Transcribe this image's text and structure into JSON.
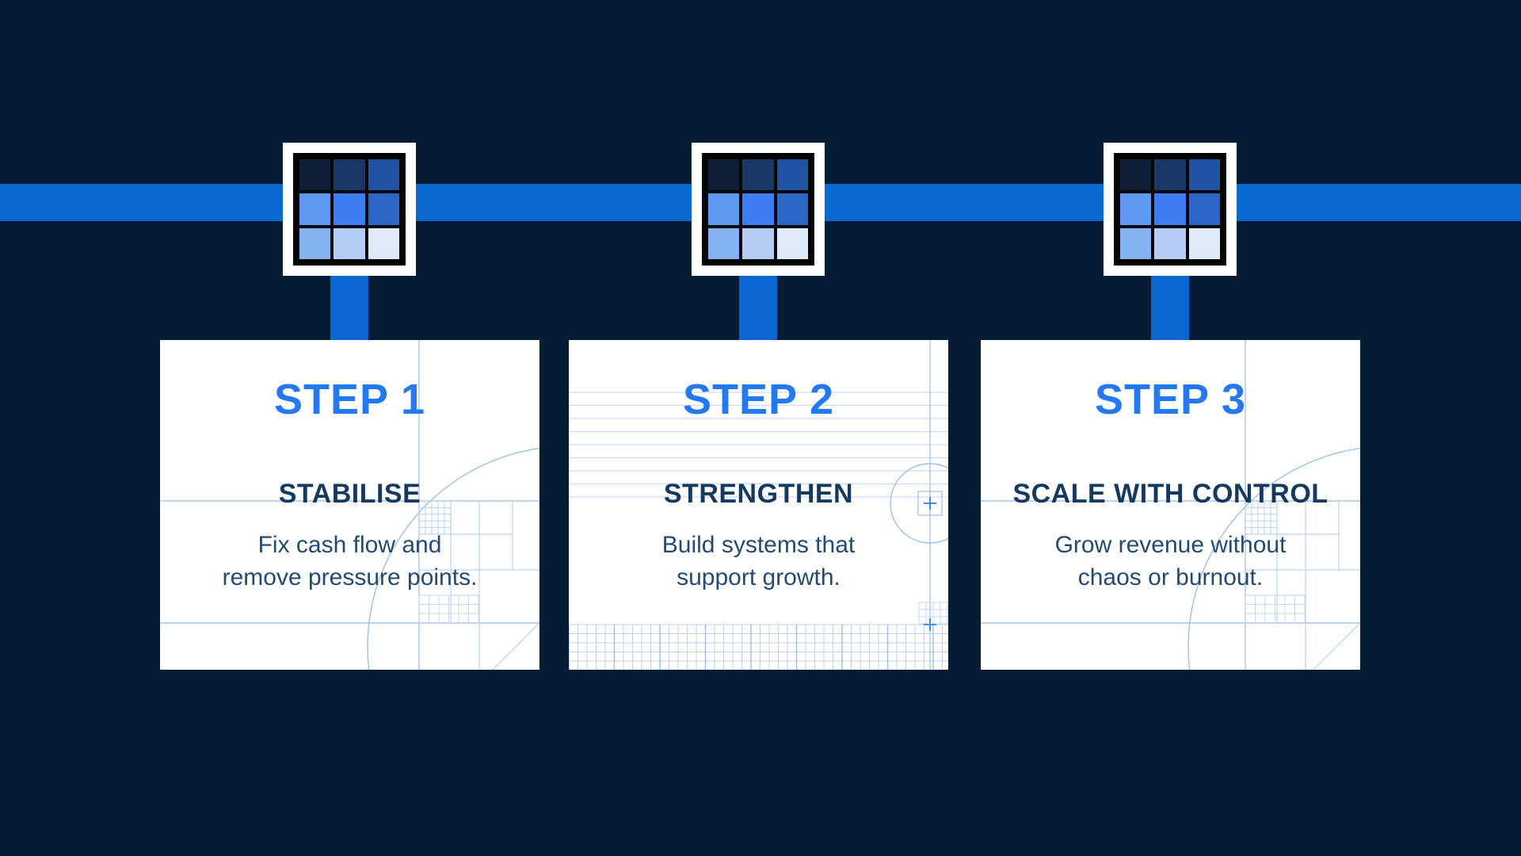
{
  "page": {
    "background_color": "#041d35",
    "card_background": "#ffffff"
  },
  "timeline": {
    "band_color": "#0768cd",
    "connector_color": "#0a66d0"
  },
  "accent_colors": {
    "step_label_blue": "#2479f3",
    "heading_navy": "#163a5f",
    "body_navy": "#254a70",
    "blueprint_line": "#b9d2f0"
  },
  "icon": {
    "name": "pixel-mosaic-icon",
    "frame_color": "#ffffff",
    "border_color": "#050505",
    "cells": [
      [
        "#101f38",
        "#1a3767",
        "#2152a3"
      ],
      [
        "#5f98f1",
        "#3c7df2",
        "#2c66c6"
      ],
      [
        "#83b3f2",
        "#b5cdf4",
        "#dfe9fa"
      ]
    ]
  },
  "steps": [
    {
      "step_label": "STEP 1",
      "title": "STABILISE",
      "description": "Fix cash flow and remove pressure points."
    },
    {
      "step_label": "STEP 2",
      "title": "STRENGTHEN",
      "description": "Build systems that support growth."
    },
    {
      "step_label": "STEP 3",
      "title": "SCALE WITH CONTROL",
      "description": "Grow revenue without chaos or burnout."
    }
  ]
}
